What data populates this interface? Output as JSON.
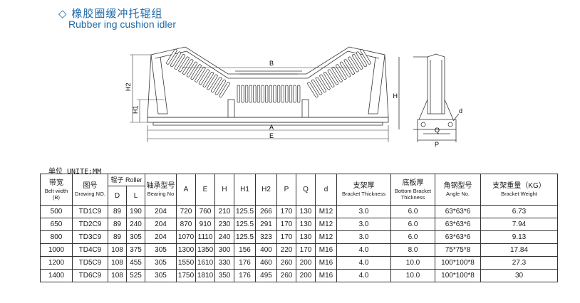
{
  "title": {
    "cn": "橡胶圈缓冲托辊组",
    "en": "Rubber ing cushion idler",
    "diamond": "◇"
  },
  "drawing": {
    "front_labels": {
      "B": "B",
      "H2": "H2",
      "H1": "H1",
      "A": "A",
      "E": "E"
    },
    "side_labels": {
      "H": "H",
      "d": "d",
      "Q": "Q",
      "P": "P"
    }
  },
  "unit_label": "单位 UNITE:MM",
  "table": {
    "headers": {
      "belt_width": {
        "cn": "带宽",
        "en": "Belt width",
        "sub": "(B)"
      },
      "drawing_no": {
        "cn": "图号",
        "en": "Drawing NO."
      },
      "roller": {
        "cn": "辊子 Roller",
        "d": "D",
        "l": "L"
      },
      "bearing": {
        "cn": "轴承型号",
        "en": "Bearing No"
      },
      "a": "A",
      "e": "E",
      "h": "H",
      "h1": "H1",
      "h2": "H2",
      "p": "P",
      "q": "Q",
      "dd": "d",
      "bracket_thickness": {
        "cn": "支架厚",
        "en": "Bracket Thickness"
      },
      "bottom_bracket": {
        "cn": "底板厚",
        "en": "Bottom Bracket Thickness"
      },
      "angle": {
        "cn": "角钢型号",
        "en": "Angle No."
      },
      "weight": {
        "cn": "支架重量（KG）",
        "en": "Bracket Weight"
      }
    },
    "rows": [
      [
        "500",
        "TD1C9",
        "89",
        "190",
        "204",
        "720",
        "760",
        "210",
        "125.5",
        "266",
        "170",
        "130",
        "M12",
        "3.0",
        "6.0",
        "63*63*6",
        "6.73"
      ],
      [
        "650",
        "TD2C9",
        "89",
        "240",
        "204",
        "870",
        "910",
        "230",
        "125.5",
        "291",
        "170",
        "130",
        "M12",
        "3.0",
        "6.0",
        "63*63*6",
        "7.94"
      ],
      [
        "800",
        "TD3C9",
        "89",
        "305",
        "204",
        "1070",
        "1110",
        "240",
        "125.5",
        "323",
        "170",
        "130",
        "M12",
        "3.0",
        "6.0",
        "63*63*6",
        "9.13"
      ],
      [
        "1000",
        "TD4C9",
        "108",
        "375",
        "305",
        "1300",
        "1350",
        "300",
        "156",
        "400",
        "220",
        "170",
        "M16",
        "4.0",
        "8.0",
        "75*75*8",
        "17.84"
      ],
      [
        "1200",
        "TD5C9",
        "108",
        "455",
        "305",
        "1550",
        "1610",
        "330",
        "176",
        "460",
        "260",
        "200",
        "M16",
        "4.0",
        "10.0",
        "100*100*8",
        "27.3"
      ],
      [
        "1400",
        "TD6C9",
        "108",
        "525",
        "305",
        "1750",
        "1810",
        "350",
        "176",
        "495",
        "260",
        "200",
        "M16",
        "4.0",
        "10.0",
        "100*100*8",
        "30"
      ]
    ]
  },
  "colors": {
    "title": "#1f6aa8",
    "line": "#333333"
  }
}
